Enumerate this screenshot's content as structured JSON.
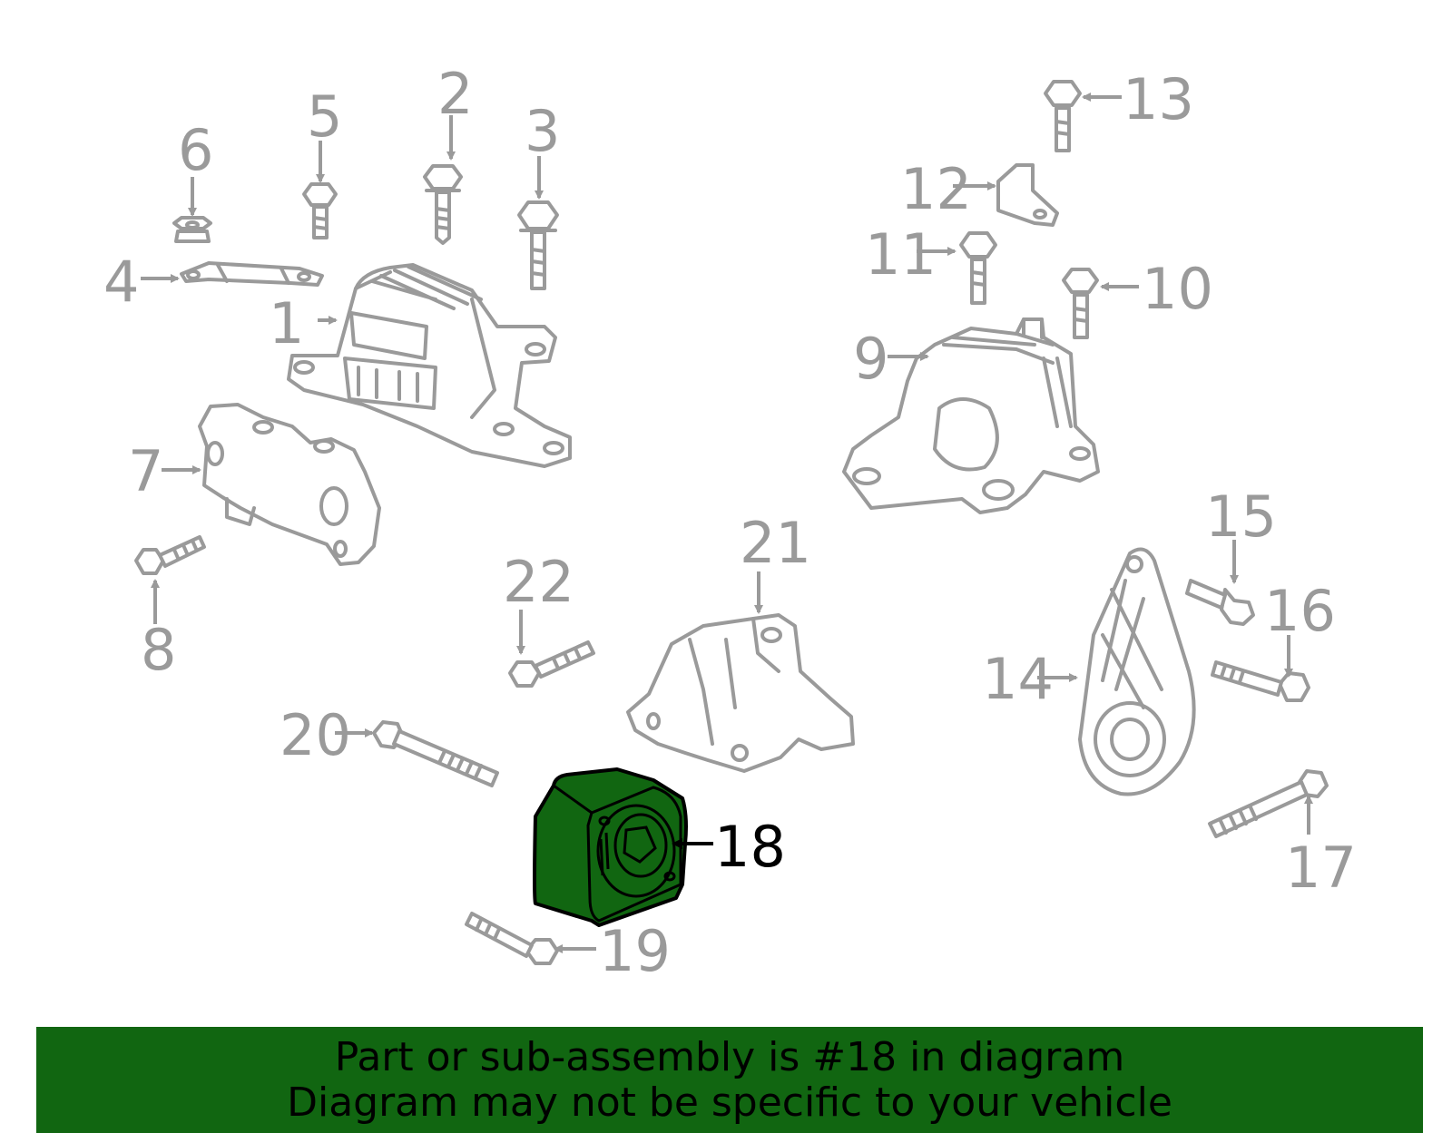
{
  "callouts": [
    "1",
    "2",
    "3",
    "4",
    "5",
    "6",
    "7",
    "8",
    "9",
    "10",
    "11",
    "12",
    "13",
    "14",
    "15",
    "16",
    "17",
    "18",
    "19",
    "20",
    "21",
    "22"
  ],
  "highlighted_callout": "18",
  "highlight_color": "#116611",
  "banner": {
    "line1": "Part or sub-assembly is #18 in diagram",
    "line2": "Diagram may not be specific to your vehicle"
  }
}
